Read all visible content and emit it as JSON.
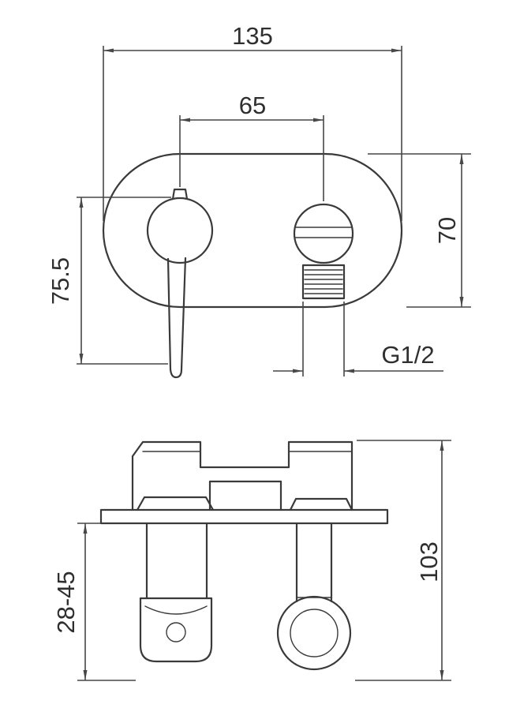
{
  "colors": {
    "line": "#3a3a3a",
    "dimension_line": "#474747",
    "background": "#ffffff",
    "text": "#2f2f2f"
  },
  "dimensions": {
    "plate_width": "135",
    "port_spacing": "65",
    "handle_projection": "75.5",
    "plate_height": "70",
    "thread_size": "G1/2",
    "wall_distance_range": "28-45",
    "overall_height": "103"
  }
}
